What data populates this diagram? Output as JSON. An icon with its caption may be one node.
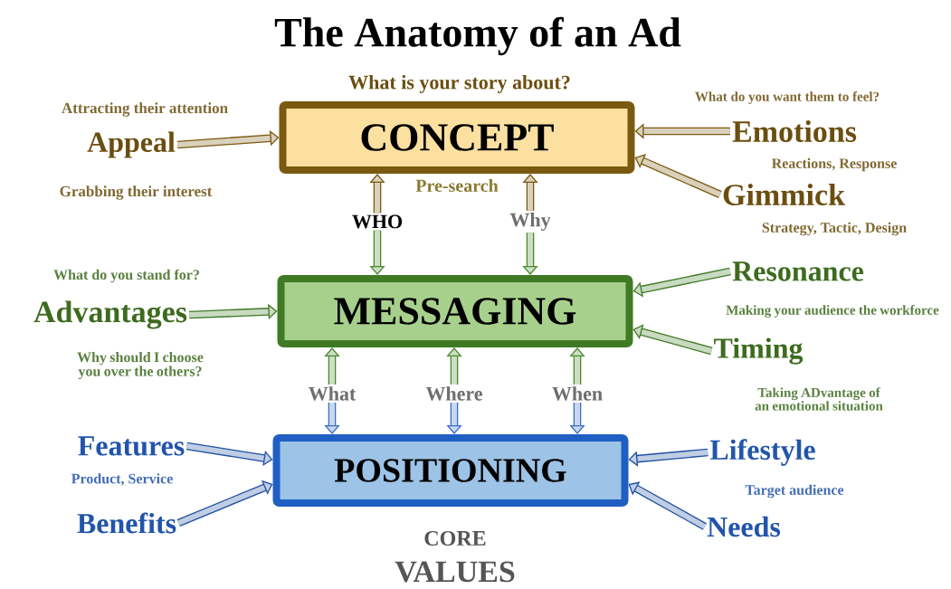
{
  "diagram": {
    "title": "The Anatomy of an Ad",
    "nodes": [
      {
        "text": [
          "CONCEPT"
        ]
      },
      {
        "text": [
          "MESSAGING"
        ]
      },
      {
        "text": [
          "POSITIONING"
        ]
      },
      {
        "text": [
          "Appeal"
        ],
        "beside": [
          "Attracting their attention",
          "Grabbing their interest"
        ]
      },
      {
        "text": [
          "Emotions"
        ],
        "beside": [
          "What do you want them to feel?",
          "Reactions, Response"
        ]
      },
      {
        "text": [
          "Gimmick"
        ],
        "beside": [
          "Strategy, Tactic, Design"
        ]
      },
      {
        "text": [
          "WHO"
        ]
      },
      {
        "text": [
          "Why"
        ]
      },
      {
        "text": [
          "Advantages"
        ],
        "beside": [
          "What do you stand for?",
          "Why should I choose you over the others?"
        ]
      },
      {
        "text": [
          "Resonance"
        ],
        "beside": [
          "Making your audience the workforce"
        ]
      },
      {
        "text": [
          "Timing"
        ],
        "beside": [
          "Taking ADvantage of an emotional situation"
        ]
      },
      {
        "text": [
          "What"
        ]
      },
      {
        "text": [
          "Where"
        ]
      },
      {
        "text": [
          "When"
        ]
      },
      {
        "text": [
          "Features"
        ],
        "beside": [
          "Product, Service"
        ]
      },
      {
        "text": [
          "Benefits"
        ]
      },
      {
        "text": [
          "Lifestyle"
        ],
        "beside": [
          "Target audience"
        ]
      },
      {
        "text": [
          "Needs"
        ]
      }
    ],
    "edges": [
      {
        "from": 3,
        "to": 0,
        "arrow": "to",
        "color": "#7a5a10"
      },
      {
        "from": 4,
        "to": 0,
        "arrow": "to",
        "color": "#7a5a10"
      },
      {
        "from": 5,
        "to": 0,
        "arrow": "to",
        "color": "#7a5a10"
      },
      {
        "from": 6,
        "to": 0,
        "arrow": "to",
        "color": "#7a5a10"
      },
      {
        "from": 7,
        "to": 0,
        "arrow": "to",
        "color": "#7a5a10"
      },
      {
        "from": 6,
        "to": 1,
        "arrow": "to",
        "color": "#4a8a2c"
      },
      {
        "from": 7,
        "to": 1,
        "arrow": "to",
        "color": "#4a8a2c"
      },
      {
        "from": 8,
        "to": 1,
        "arrow": "to",
        "color": "#3f7a24"
      },
      {
        "from": 9,
        "to": 1,
        "arrow": "to",
        "color": "#3f7a24"
      },
      {
        "from": 10,
        "to": 1,
        "arrow": "to",
        "color": "#3f7a24"
      },
      {
        "from": 11,
        "to": 1,
        "arrow": "to",
        "color": "#4a8a2c"
      },
      {
        "from": 12,
        "to": 1,
        "arrow": "to",
        "color": "#4a8a2c"
      },
      {
        "from": 13,
        "to": 1,
        "arrow": "to",
        "color": "#4a8a2c"
      },
      {
        "from": 11,
        "to": 2,
        "arrow": "to",
        "color": "#3a6fc4"
      },
      {
        "from": 12,
        "to": 2,
        "arrow": "to",
        "color": "#3a6fc4"
      },
      {
        "from": 13,
        "to": 2,
        "arrow": "to",
        "color": "#3a6fc4"
      },
      {
        "from": 14,
        "to": 2,
        "arrow": "to",
        "color": "#1f4fa0"
      },
      {
        "from": 15,
        "to": 2,
        "arrow": "to",
        "color": "#1f4fa0"
      },
      {
        "from": 16,
        "to": 2,
        "arrow": "to",
        "color": "#1f4fa0"
      },
      {
        "from": 17,
        "to": 2,
        "arrow": "to",
        "color": "#1f4fa0"
      }
    ],
    "labels": [
      "What is your story about?",
      "Pre-search",
      "CORE",
      "VALUES"
    ]
  }
}
